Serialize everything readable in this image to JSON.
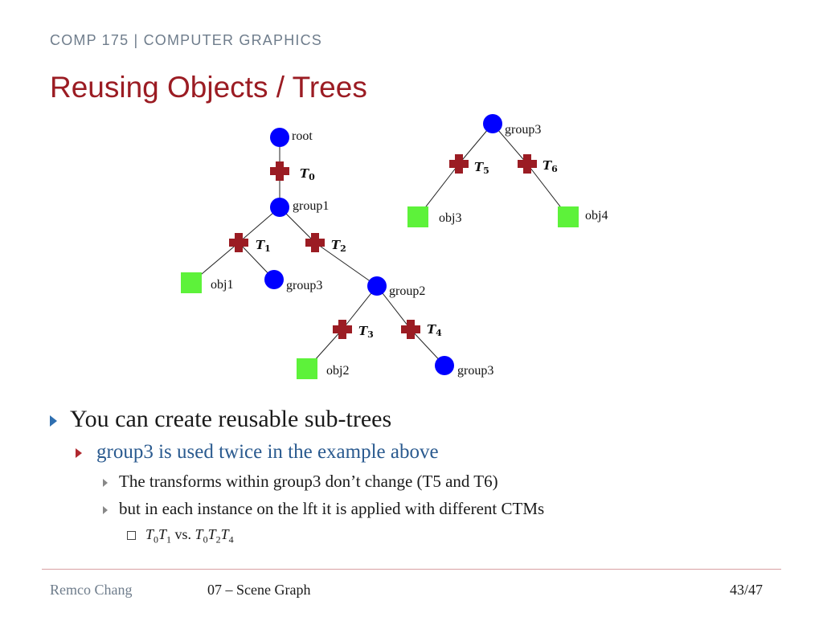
{
  "header": {
    "course": "COMP 175 | COMPUTER GRAPHICS",
    "title": "Reusing Objects / Trees"
  },
  "tree": {
    "node_color": "#0000ff",
    "transform_color": "#9b1c23",
    "leaf_color": "#5df23a",
    "nodes": {
      "root": "root",
      "group1": "group1",
      "group3_left": "group3",
      "group2": "group2",
      "group3_bottom": "group3",
      "group3_top": "group3"
    },
    "leaves": {
      "obj1": "obj1",
      "obj2": "obj2",
      "obj3": "obj3",
      "obj4": "obj4"
    },
    "transforms": [
      {
        "letter": "T",
        "sub": "0"
      },
      {
        "letter": "T",
        "sub": "1"
      },
      {
        "letter": "T",
        "sub": "2"
      },
      {
        "letter": "T",
        "sub": "3"
      },
      {
        "letter": "T",
        "sub": "4"
      },
      {
        "letter": "T",
        "sub": "5"
      },
      {
        "letter": "T",
        "sub": "6"
      }
    ]
  },
  "bullets": {
    "l1": "You can create reusable sub-trees",
    "l2": "group3 is used twice in the example above",
    "l3a": "The transforms within group3 don’t change (T5 and T6)",
    "l3b": "but in each instance on the lft it is applied with different CTMs",
    "l4": {
      "t": "T",
      "s0": "0",
      "s1": "1",
      "vs": "vs.",
      "s2": "0",
      "s3": "2",
      "s4": "4"
    }
  },
  "footer": {
    "author": "Remco Chang",
    "lecture": "07 – Scene Graph",
    "page": "43/47"
  }
}
